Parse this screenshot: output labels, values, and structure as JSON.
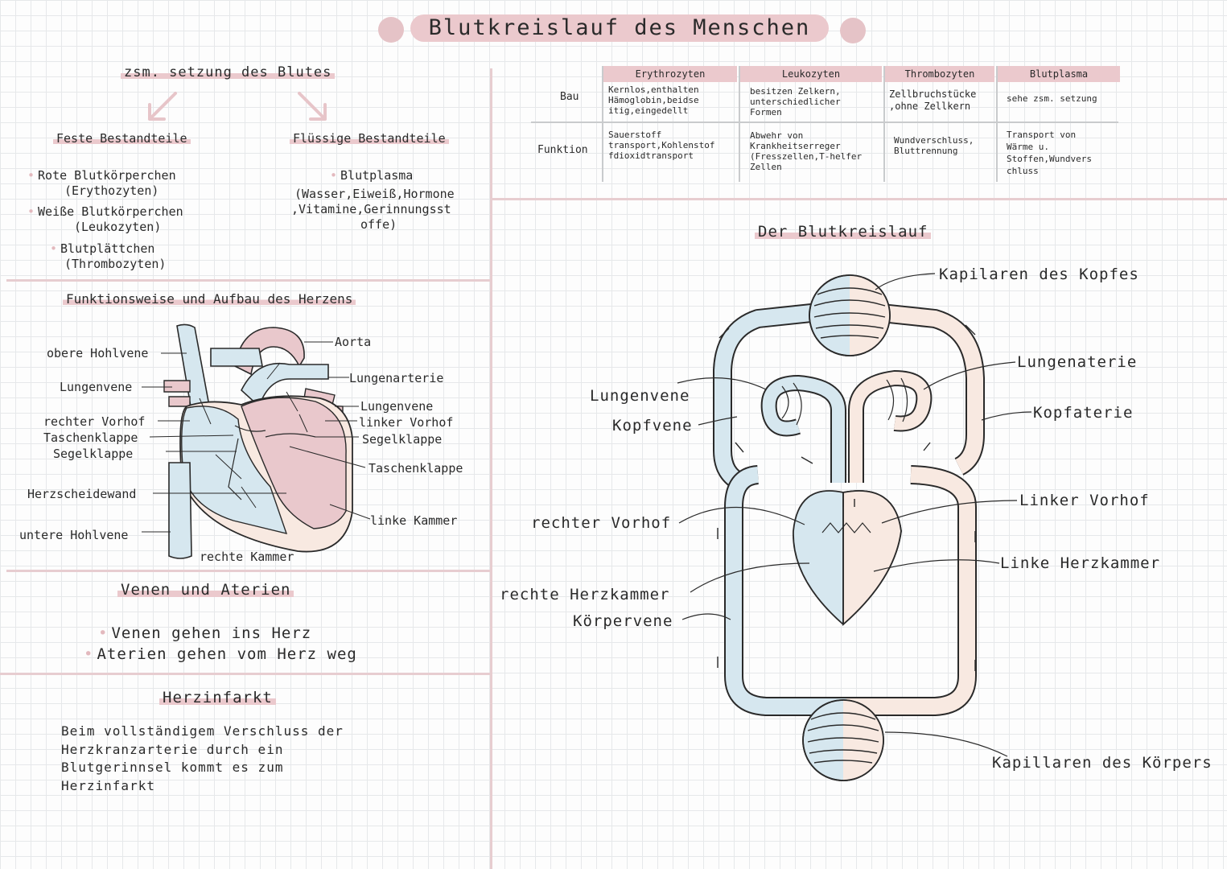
{
  "title": "Blutkreislauf des Menschen",
  "blood": {
    "heading": "zsm. setzung des Blutes",
    "solid": {
      "heading": "Feste Bestandteile",
      "items": [
        "Rote Blutkörperchen",
        "(Erythozyten)",
        "Weiße Blutkörperchen",
        "(Leukozyten)",
        "Blutplättchen",
        "(Thrombozyten)"
      ]
    },
    "liquid": {
      "heading": "Flüssige Bestandteile",
      "items": [
        "Blutplasma",
        "(Wasser,Eiweiß,Hormone",
        ",Vitamine,Gerinnungsst",
        "offe)"
      ]
    }
  },
  "heart": {
    "heading": "Funktionsweise und Aufbau des Herzens",
    "labels": {
      "obere_hohlvene": "obere Hohlvene",
      "lungenvene": "Lungenvene",
      "rechter_vorhof": "rechter Vorhof",
      "taschenklappe_l": "Taschenklappe",
      "segelklappe_l": "Segelklappe",
      "herzscheidewand": "Herzscheidewand",
      "untere_hohlvene": "untere Hohlvene",
      "rechte_kammer": "rechte Kammer",
      "aorta": "Aorta",
      "lungenarterie": "Lungenarterie",
      "lungenvene_r": "Lungenvene",
      "linker_vorhof": "linker Vorhof",
      "segelklappe_r": "Segelklappe",
      "taschenklappe_r": "Taschenklappe",
      "linke_kammer": "linke Kammer"
    }
  },
  "vessels": {
    "heading": "Venen und Aterien",
    "items": [
      "Venen gehen ins Herz",
      "Aterien gehen vom Herz weg"
    ]
  },
  "infarct": {
    "heading": "Herzinfarkt",
    "lines": [
      "Beim vollständigem Verschluss der",
      "Herzkranzarterie durch ein",
      "Blutgerinnsel kommt es zum",
      "Herzinfarkt"
    ]
  },
  "table": {
    "headers": [
      "Erythrozyten",
      "Leukozyten",
      "Thrombozyten",
      "Blutplasma"
    ],
    "rows": [
      {
        "label": "Bau",
        "cells": [
          [
            "Kernlos,enthalten",
            "Hämoglobin,beidse",
            "itig,eingedellt"
          ],
          [
            "besitzen Zelkern,",
            "unterschiedlicher",
            "Formen"
          ],
          [
            "Zellbruchstücke",
            ",ohne Zellkern"
          ],
          [
            "sehe zsm. setzung"
          ]
        ]
      },
      {
        "label": "Funktion",
        "cells": [
          [
            "Sauerstoff",
            "transport,Kohlenstof",
            "fdioxidtransport"
          ],
          [
            "Abwehr von",
            "Krankheitserreger",
            "(Fresszellen,T-helfer",
            "Zellen"
          ],
          [
            "Wundverschluss,",
            "Bluttrennung"
          ],
          [
            "Transport von",
            "Wärme u.",
            "Stoffen,Wundvers",
            "chluss"
          ]
        ]
      }
    ]
  },
  "circulation": {
    "heading": "Der Blutkreislauf",
    "labels": {
      "kapilaren_kopf": "Kapilaren des Kopfes",
      "lungenaterie": "Lungenaterie",
      "kopfaterie": "Kopfaterie",
      "linker_vorhof": "Linker Vorhof",
      "linke_herzkammer": "Linke Herzkammer",
      "kapillaren_koerper": "Kapillaren des Körpers",
      "lungenvene": "Lungenvene",
      "kopfvene": "Kopfvene",
      "rechter_vorhof": "rechter Vorhof",
      "rechte_herzkammer": "rechte Herzkammer",
      "koerpervene": "Körpervene"
    }
  },
  "colors": {
    "pink": "#ebc9cd",
    "blue": "#d6e7ef",
    "peach": "#f8e9e1",
    "outline": "#2a2a2a"
  }
}
